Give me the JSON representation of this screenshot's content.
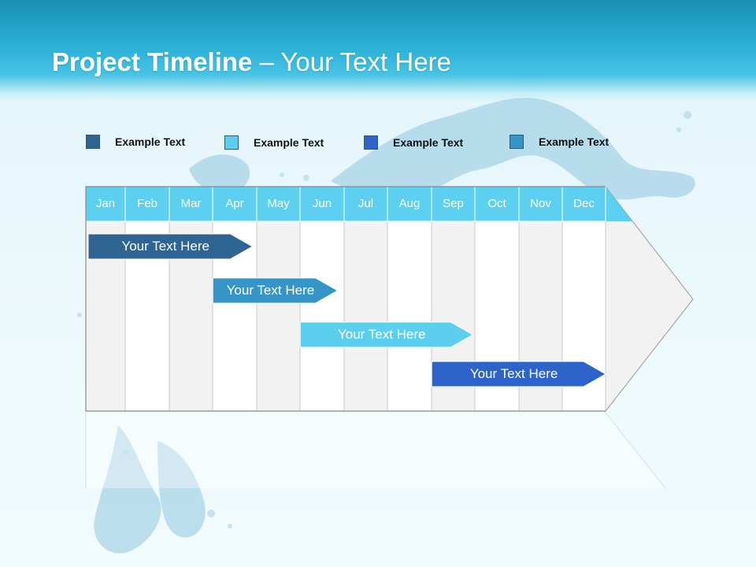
{
  "title": {
    "bold": "Project Timeline",
    "rest": " – Your Text Here"
  },
  "legend": [
    {
      "label": "Example Text",
      "color": "#2f6592"
    },
    {
      "label": "Example Text",
      "color": "#5ccfee"
    },
    {
      "label": "Example Text",
      "color": "#2e63c9"
    },
    {
      "label": "Example Text",
      "color": "#3595c7"
    }
  ],
  "months": [
    "Jan",
    "Feb",
    "Mar",
    "Apr",
    "May",
    "Jun",
    "Jul",
    "Aug",
    "Sep",
    "Oct",
    "Nov",
    "Dec"
  ],
  "tasks": [
    {
      "label": "Your  Text Here",
      "start": 1.0,
      "end": 4.9,
      "color": "#2f6592"
    },
    {
      "label": "Your  Text Here",
      "start": 3.95,
      "end": 6.85,
      "color": "#3595c7"
    },
    {
      "label": "Your  Text Here",
      "start": 5.95,
      "end": 9.95,
      "color": "#5ccfee"
    },
    {
      "label": "Your  Text Here",
      "start": 8.95,
      "end": 13.0,
      "color": "#2e63c9"
    }
  ],
  "colors": {
    "header_row": "#5dcff0",
    "grid_grey": "#f2f2f2",
    "grid_white": "#ffffff",
    "grid_line": "#c8c8c8"
  }
}
